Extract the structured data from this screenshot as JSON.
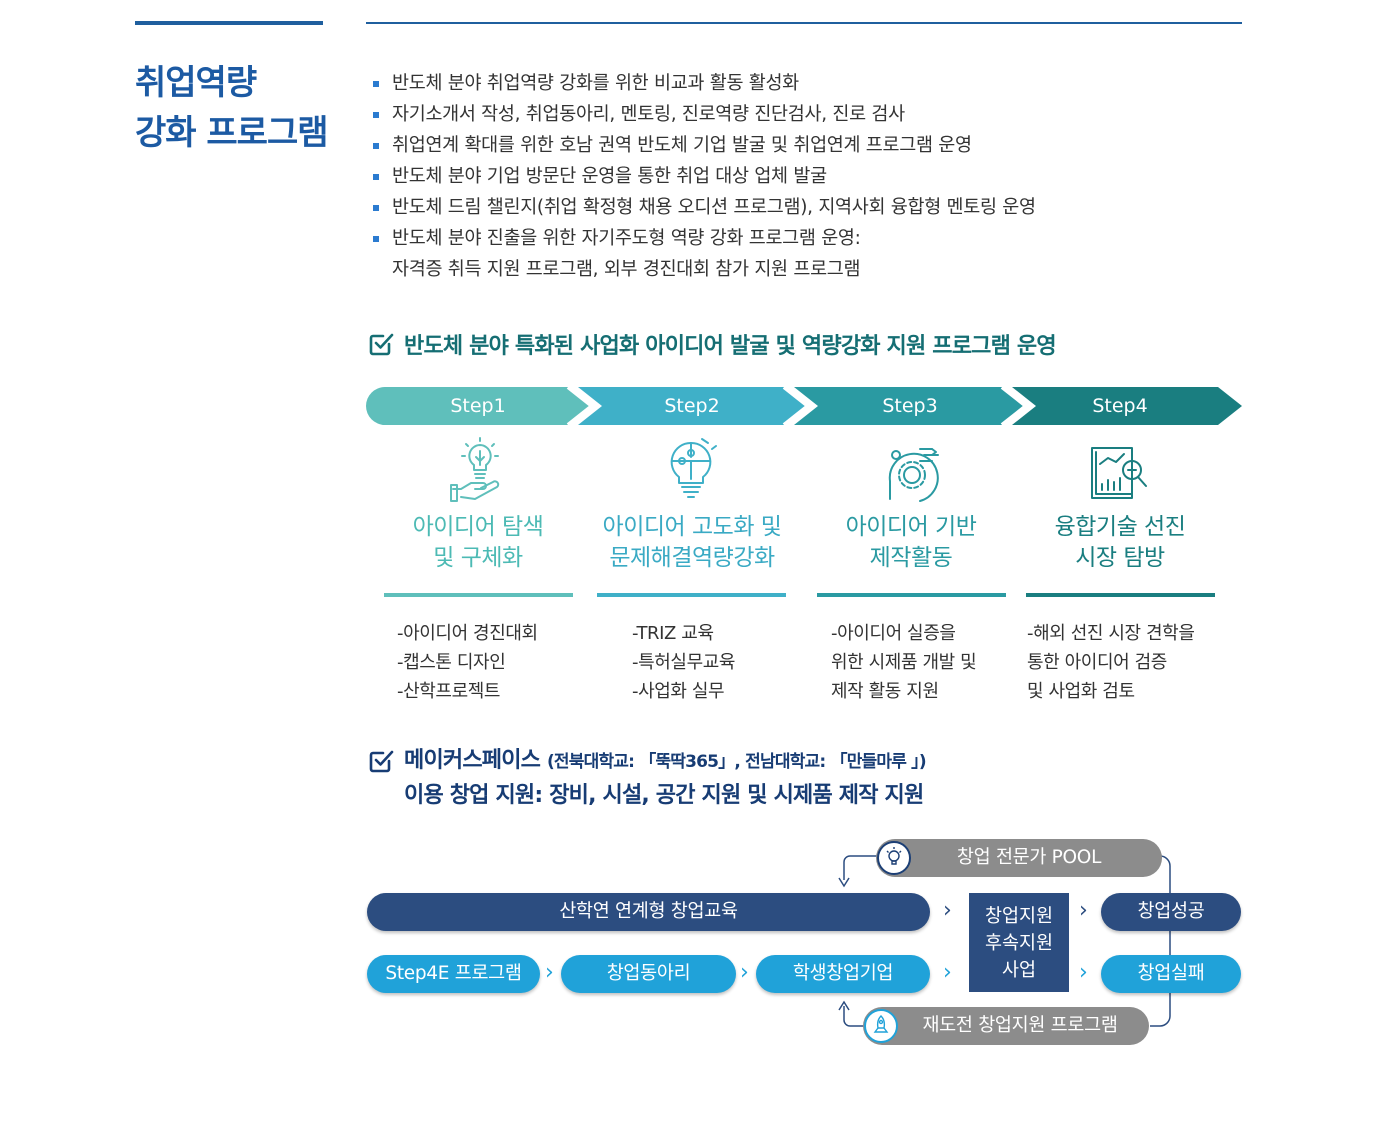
{
  "section": {
    "title_line1": "취업역량",
    "title_line2": "강화 프로그램"
  },
  "bullets": [
    "반도체 분야 취업역량 강화를 위한 비교과 활동 활성화",
    "자기소개서 작성, 취업동아리, 멘토링, 진로역량 진단검사, 진로 검사",
    "취업연계 확대를 위한 호남 권역 반도체 기업 발굴 및 취업연계 프로그램 운영",
    "반도체 분야 기업 방문단 운영을 통한 취업 대상 업체 발굴",
    "반도체 드림 챌린지(취업 확정형 채용 오디션 프로그램), 지역사회 융합형  멘토링 운영",
    "반도체 분야 진출을 위한 자기주도형 역량 강화 프로그램 운영:"
  ],
  "bullet_continuation": "자격증 취득 지원  프로그램, 외부 경진대회 참가 지원 프로그램",
  "program_heading": "반도체 분야 특화된 사업화 아이디어 발굴 및 역량강화 지원 프로그램 운영",
  "steps": [
    {
      "label": "Step1",
      "title_l1": "아이디어 탐색",
      "title_l2": "및 구체화",
      "icon": "lightbulb-hand-icon",
      "color": "#5fbfbb",
      "desc": [
        "-아이디어 경진대회",
        "-캡스톤 디자인",
        "-산학프로젝트"
      ]
    },
    {
      "label": "Step2",
      "title_l1": "아이디어 고도화 및",
      "title_l2": "문제해결역량강화",
      "icon": "puzzle-bulb-icon",
      "color": "#3fb0c8",
      "desc": [
        "-TRIZ 교육",
        "-특허실무교육",
        "-사업화 실무"
      ]
    },
    {
      "label": "Step3",
      "title_l1": "아이디어 기반",
      "title_l2": "제작활동",
      "icon": "gear-head-icon",
      "color": "#2a9aa2",
      "desc": [
        "-아이디어 실증을",
        "위한 시제품 개발 및",
        "제작 활동 지원"
      ]
    },
    {
      "label": "Step4",
      "title_l1": "융합기술 선진",
      "title_l2": "시장 탐방",
      "icon": "report-magnifier-icon",
      "color": "#1a7e80",
      "desc": [
        "-해외 선진 시장 견학을",
        "통한 아이디어 검증",
        "및 사업화 검토"
      ]
    }
  ],
  "maker": {
    "title": "메이커스페이스",
    "title_detail": "(전북대학교: 「뚝딱365」, 전남대학교: 「만들마루 」)",
    "line2": "이용 창업 지원: 장비, 시설, 공간 지원 및 시제품 제작 지원"
  },
  "flow": {
    "expert_pool": "창업 전문가 POOL",
    "industry_edu": "산학연 연계형 창업교육",
    "step4e": "Step4E 프로그램",
    "club": "창업동아리",
    "student_startup": "학생창업기업",
    "followup_l1": "창업지원",
    "followup_l2": "후속지원",
    "followup_l3": "사업",
    "success": "창업성공",
    "failure": "창업실패",
    "retry": "재도전 창업지원 프로그램"
  }
}
